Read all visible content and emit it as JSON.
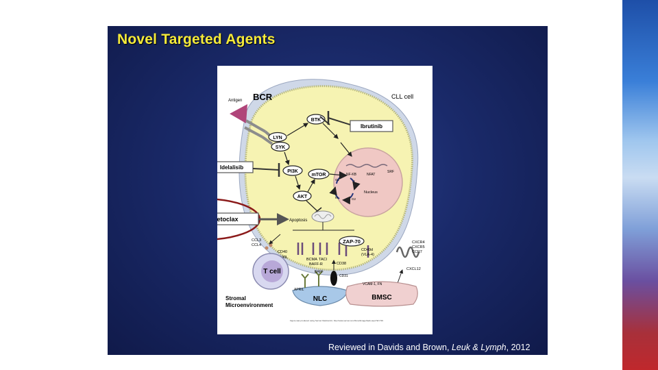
{
  "slide": {
    "title": "Novel Targeted Agents",
    "citation": {
      "prefix": "Reviewed in Davids and Brown, ",
      "journal": "Leuk & Lymph",
      "suffix": ", 2012"
    }
  },
  "figure": {
    "bcr": "BCR",
    "cll_cell": "CLL cell",
    "antigen": "Antigen",
    "lyn": "LYN",
    "syk": "SYK",
    "btk": "BTK",
    "pi3k": "PI3K",
    "mtor": "mTOR",
    "akt": "AKT",
    "apoptosis": "Apoptosis",
    "nucleus": "Nucleus",
    "nfkb": "NF-KB",
    "nfat": "NFAT",
    "srf": "SRF",
    "g1": "G1",
    "g2": "G2",
    "s": "S",
    "m": "M",
    "ibrutinib": "Ibrutinib",
    "idelalisib": "Idelalisib",
    "venetoclax": "venetoclax",
    "zap70": "ZAP-70",
    "ccl3": "CCL3",
    "ccl4": "CCL4",
    "cd40": "CD40",
    "cd40l": "CD40L",
    "bcma": "BCMA",
    "taci": "TACI",
    "baffr": "BAFF-R",
    "cd38": "CD38",
    "cd49d": "CD49d",
    "vla4": "(VLA-4)",
    "cxcr4": "CXCR4",
    "cxcr5": "CXCR5",
    "ccr7": "CCR7",
    "cxcl12": "CXCL12",
    "cd31": "CD31",
    "april": "APRIL",
    "baff": "BAFF",
    "vcam": "VCAM-1, FN",
    "tcell": "T cell",
    "nlc": "NLC",
    "bmsc": "BMSC",
    "stromal1": "Stromal",
    "stromal2": "Microenvironment",
    "credit": "Figure was produced using Servier Medical Art, http://www.servier.com/SmartImage/back.aspx?id=729"
  },
  "colors": {
    "title": "#f5ea3a",
    "slide_bg": "#1a2a6a",
    "cell_fill": "#f6f3b2",
    "nucleus_fill": "#f0c8c4",
    "highlight_ring": "#8b1a1a"
  }
}
